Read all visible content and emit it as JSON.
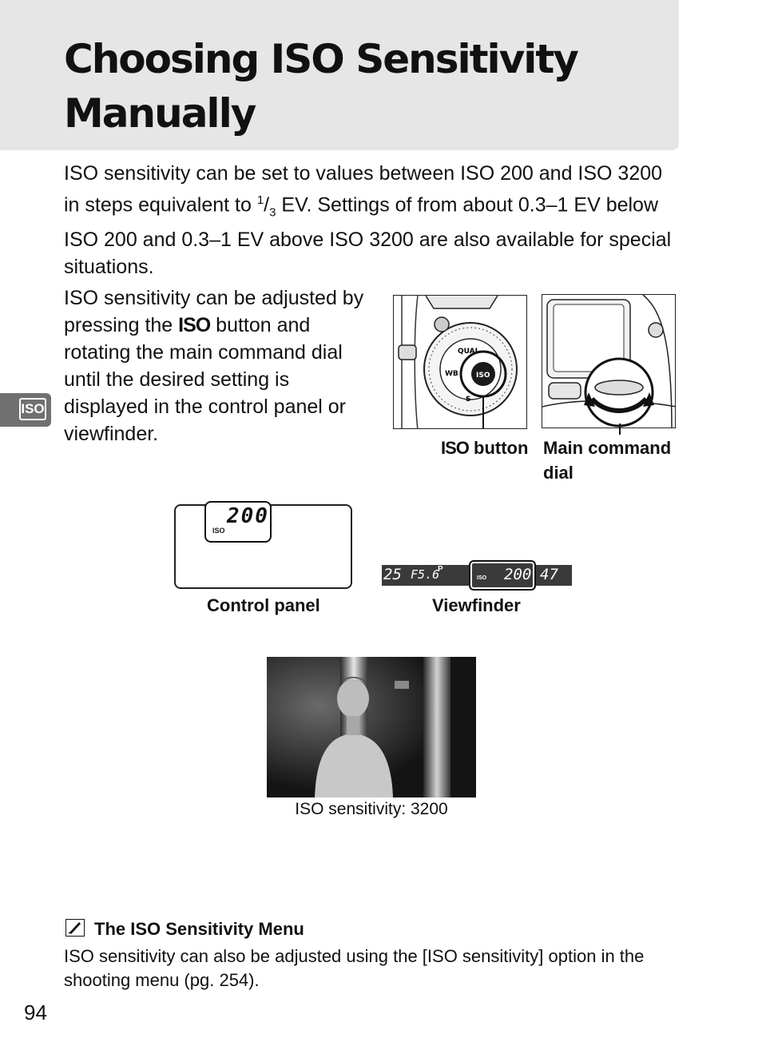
{
  "page": {
    "title": "Choosing ISO Sensitivity Manually",
    "side_tab": "ISO",
    "page_number": "94"
  },
  "intro": {
    "text_a": "ISO sensitivity can be set to values between ISO 200 and ISO 3200 in steps equivalent to ",
    "frac_num": "1",
    "frac_den": "3",
    "text_b": " EV. Settings of from about 0.3–1 EV below ISO 200 and 0.3–1 EV above ISO 3200 are also available for special situations."
  },
  "adjust": {
    "text_a": "ISO sensitivity can be adjusted by pressing the ",
    "button_word": "ISO",
    "text_b": " button and rotating the main command dial until the desired setting is displayed in the control panel or viewfinder."
  },
  "figures": {
    "camera_top": {
      "caption_button": "ISO",
      "caption_rest": " button",
      "dial_labels": {
        "qual": "QUAL",
        "wb": "WB",
        "iso": "ISO",
        "s": "S"
      }
    },
    "camera_back": {
      "caption": "Main command dial"
    },
    "control_panel": {
      "caption": "Control panel",
      "value": "200",
      "iso_label": "ISO"
    },
    "viewfinder": {
      "caption": "Viewfinder",
      "shutter": "25",
      "aperture": "F5.6",
      "mode": "P",
      "iso_label": "ISO",
      "value": "200",
      "frames": "47"
    },
    "photo": {
      "caption": "ISO sensitivity: 3200"
    }
  },
  "note": {
    "heading": "The ISO Sensitivity Menu",
    "body": "ISO sensitivity can also be adjusted using the [ISO sensitivity] option in the shooting menu (pg. 254)."
  },
  "colors": {
    "title_band": "#e6e6e6",
    "side_tab": "#707070",
    "lcd_bar": "#3a3a3a"
  }
}
